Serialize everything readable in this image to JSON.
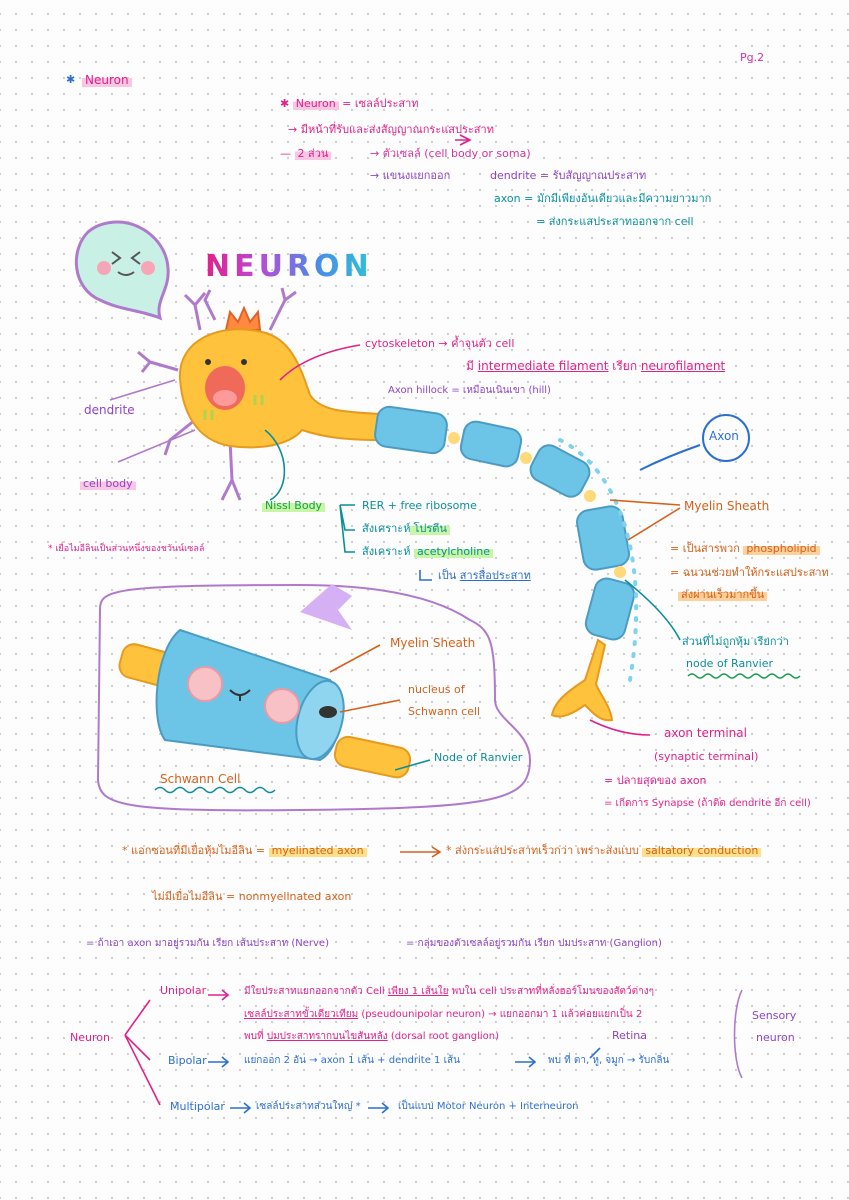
{
  "page_number": "Pg.2",
  "heading": "Neuron",
  "definition": {
    "neuron_label": "Neuron",
    "neuron_meaning": "= เซลล์ประสาท",
    "function": "มีหน้าที่รับและส่งสัญญาณกระแสประสาท",
    "two_parts": "2 ส่วน",
    "cell_body": "ตัวเซลล์ (cell body or soma)",
    "branches": "แขนงแยกออก",
    "dendrite": "dendrite",
    "dendrite_desc": "= รับสัญญาณประสาท",
    "axon": "axon =",
    "axon_desc1": "มักมีเพียงอันเดียวและมีความยาวมาก",
    "axon_desc2": "= ส่งกระแสประสาทออกจาก cell"
  },
  "diagram": {
    "title": "NEURON",
    "cytoskeleton": "cytoskeleton",
    "cyto_desc1": "ค้ำจุนตัว cell",
    "cyto_desc2_pre": "มี",
    "cyto_desc2_a": "intermediate filament",
    "cyto_desc2_mid": "เรียก",
    "cyto_desc2_b": "neurofilament",
    "axon_hillock": "Axon hillock = เหมือนเนินเขา (hill)",
    "axon_circle": "Axon",
    "dendrite": "dendrite",
    "cell_body": "cell body",
    "nissl_body": "Nissl Body",
    "nissl_1": "RER + free ribosome",
    "nissl_2_pre": "สังเคราะห์",
    "nissl_2": "โปรตีน",
    "nissl_3_pre": "สังเคราะห์",
    "nissl_3": "acetylcholine",
    "nissl_4_pre": "เป็น",
    "nissl_4": "สารสื่อประสาท",
    "myelin_sheath": "Myelin Sheath",
    "myelin_1_pre": "= เป็นสารพวก",
    "myelin_1": "phospholipid",
    "myelin_2": "= ฉนวนช่วยทำให้กระแสประสาท",
    "myelin_3": "ส่งผ่านเร็วมากขึ้น",
    "side_note": "* เยื่อไมอีลินเป็นส่วนหนึ่งของชวันน์เซลล์",
    "node_1": "ส่วนที่ไม่ถูกหุ้ม เรียกว่า",
    "node_2": "node of Ranvier",
    "axon_terminal": "axon terminal",
    "synaptic_terminal": "(synaptic terminal)",
    "terminal_1": "= ปลายสุดของ axon",
    "terminal_2": "= เกิดการ Synapse (ถ้าติด dendrite อีก cell)"
  },
  "schwann": {
    "myelin_sheath": "Myelin Sheath",
    "nucleus": "nucleus of",
    "nucleus2": "Schwann cell",
    "node": "Node of Ranvier",
    "schwann_cell": "Schwann Cell"
  },
  "myelination": {
    "line1_pre": "* แอกซอนที่มีเยื่อหุ้มไมอีลิน =",
    "line1_term": "myelinated axon",
    "line1_post": "* ส่งกระแสประสาทเร็วกว่า เพราะส่งแบบ",
    "line1_conduction": "saltatory conduction",
    "line2_pre": "ไม่มีเยื่อไมอีลิน =",
    "line2_term": "nonmyelinated axon",
    "nerve": "= ถ้าเอา axon มาอยู่รวมกัน เรียก เส้นประสาท (Nerve)",
    "ganglion": "= กลุ่มของตัวเซลล์อยู่รวมกัน เรียก ปมประสาท (Ganglion)"
  },
  "classification": {
    "neuron": "Neuron",
    "unipolar": "Unipolar",
    "uni_1_pre": "มีใยประสาทแยกออกจากตัว Cell",
    "uni_1_hl": "เพียง 1 เส้นใย",
    "uni_1_post": "พบใน cell ประสาทที่หลั่งฮอร์โมนของสัตว์ต่างๆ",
    "uni_2_hl": "เซลล์ประสาทขั้วเดียวเทียม",
    "uni_2_post": "(pseudounipolar neuron) → แยกออกมา 1 แล้วค่อยแยกเป็น 2",
    "uni_3_pre": "พบที่",
    "uni_3_hl": "ปมประสาทรากบนไขสันหลัง",
    "uni_3_post": "(dorsal root ganglion)",
    "retina": "Retina",
    "bipolar": "Bipolar",
    "bi_1": "แยกออก 2 อัน → axon 1 เส้น + dendrite 1 เส้น",
    "bi_2": "พบ ที่ ตา, หู, จมูก → รับกลิ่น",
    "multipolar": "Multipolar",
    "multi_1": "เซลล์ประสาทส่วนใหญ่ *",
    "multi_2": "เป็นแบบ Motor Neuron + Interneuron",
    "sensory": "Sensory",
    "sensory2": "neuron"
  },
  "colors": {
    "pink": "#e0218a",
    "purple": "#8e44c7",
    "blue": "#2d6fd0",
    "teal": "#0a8f9a",
    "orange": "#d5611b",
    "cell_body": "#ffc23d",
    "myelin": "#6cc5e6"
  }
}
